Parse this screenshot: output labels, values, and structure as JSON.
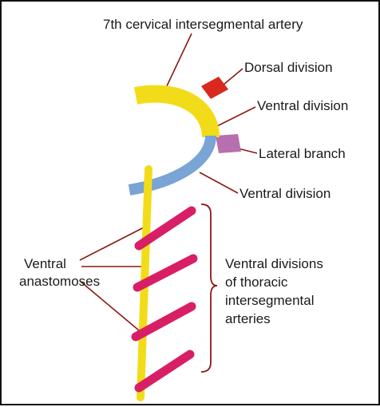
{
  "labels": {
    "title": "7th cervical intersegmental artery",
    "dorsal_division": "Dorsal division",
    "ventral_division_upper": "Ventral division",
    "lateral_branch": "Lateral branch",
    "ventral_division_lower": "Ventral division",
    "ventral_anastomoses": [
      "Ventral",
      "anastomoses"
    ],
    "thoracic_divisions": [
      "Ventral divisions",
      "of thoracic",
      "intersegmental",
      "arteries"
    ]
  },
  "colors": {
    "yellow_artery": "#f2dc1a",
    "blue_division": "#7aa3d6",
    "red_dorsal": "#d9281e",
    "purple_lateral": "#b86fb0",
    "pink_segmental": "#d81f66",
    "leader_line": "#8a1a12",
    "text": "#1a1a1a"
  }
}
